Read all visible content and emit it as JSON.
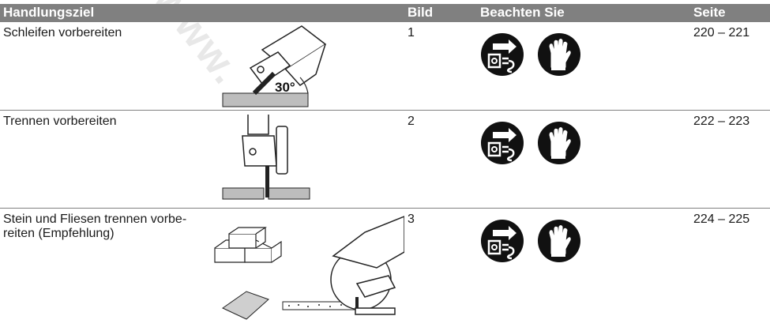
{
  "watermark": "www.",
  "header": {
    "goal": "Handlungsziel",
    "figure": "Bild",
    "note": "Beachten Sie",
    "page": "Seite"
  },
  "rows": [
    {
      "goal": "Schleifen vorbereiten",
      "figure": "1",
      "pages": "220 – 221",
      "angle_label": "30°",
      "icons": [
        "unplug-icon",
        "gloves-icon"
      ]
    },
    {
      "goal": "Trennen vorbereiten",
      "figure": "2",
      "pages": "222 – 223",
      "icons": [
        "unplug-icon",
        "gloves-icon"
      ]
    },
    {
      "goal": "Stein und Fliesen trennen vorbe-reiten (Empfehlung)",
      "figure": "3",
      "pages": "224 – 225",
      "icons": [
        "unplug-icon",
        "gloves-icon"
      ]
    }
  ]
}
